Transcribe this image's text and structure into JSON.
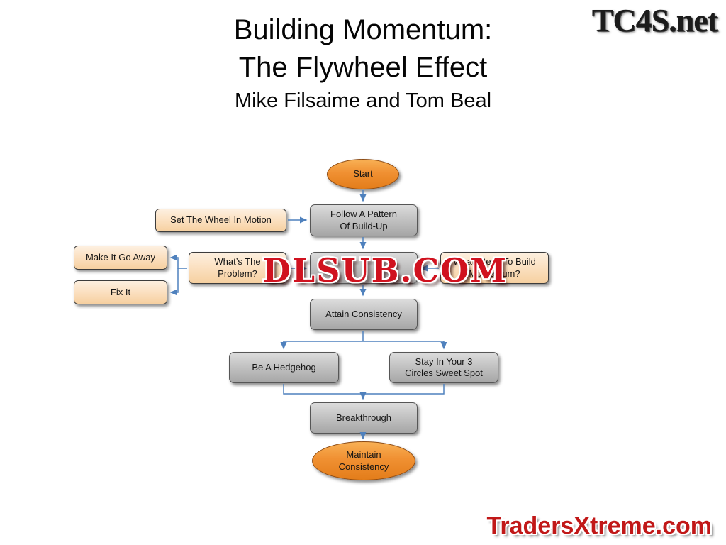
{
  "header": {
    "title_line1": "Building Momentum:",
    "title_line2": "The Flywheel Effect",
    "subtitle": "Mike Filsaime and Tom Beal"
  },
  "watermarks": {
    "top_right_logo": "TC4S.net",
    "center_overlay": "DLSUB.COM",
    "bottom_right_site": "TradersXtreme.com"
  },
  "flowchart": {
    "nodes": {
      "start": "Start",
      "set_wheel": "Set The Wheel In Motion",
      "follow_pattern": "Follow A Pattern\nOf Build-Up",
      "covered": "",
      "whats_problem": "What’s The\nProblem?",
      "make_it_go_away": "Make It Go Away",
      "fix_it": "Fix It",
      "what_steps": "What Steps To Build\nMomentum?",
      "attain": "Attain Consistency",
      "hedgehog": "Be A Hedgehog",
      "sweet_spot": "Stay In Your 3\nCircles Sweet Spot",
      "breakthrough": "Breakthrough",
      "maintain": "Maintain\nConsistency"
    }
  },
  "colors": {
    "arrow_blue": "#4f81bd",
    "gray_box": "#bfbfbf",
    "peach_box": "#fbe0c0",
    "orange_shape": "#f09032",
    "watermark_red": "#d0121f",
    "site_red": "#c11818",
    "logo_dark": "#1b1b1b"
  }
}
